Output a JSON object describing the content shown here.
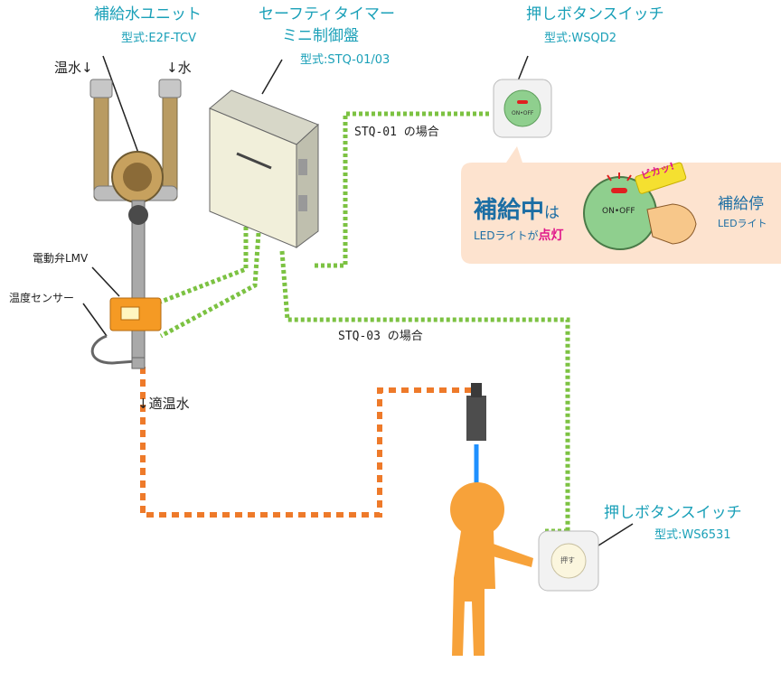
{
  "labels": {
    "supply_unit_title": "補給水ユニット",
    "supply_unit_model": "型式:E2F-TCV",
    "hot_water": "温水↓",
    "water": "↓水",
    "timer_title_1": "セーフティタイマー",
    "timer_title_2": "ミニ制御盤",
    "timer_model": "型式:STQ-01/03",
    "switch1_title": "押しボタンスイッチ",
    "switch1_model": "型式:WSQD2",
    "stq01_case": "STQ-01 の場合",
    "stq03_case": "STQ-03 の場合",
    "valve_label": "電動弁LMV",
    "sensor_label": "温度センサー",
    "warm_water": "↓適温水",
    "switch2_title": "押しボタンスイッチ",
    "switch2_model": "型式:WS6531"
  },
  "callout": {
    "supplying_main": "補給中",
    "supplying_suffix": "は",
    "led_prefix": "LEDライトが",
    "led_on": "点灯",
    "button_label": "ON•OFF",
    "flash_text": "ピカッ!",
    "stopped_main": "補給停",
    "led_prefix_2": "LEDライト"
  },
  "devices": {
    "switch1_button": "ON•OFF",
    "switch2_button": "押す"
  },
  "colors": {
    "teal_text": "#1aa0b8",
    "green_wire": "#7cc242",
    "orange_pipe": "#ee7a2a",
    "callout_bg": "#fde3cf",
    "button_green": "#8fcf8e",
    "led_red": "#e02020",
    "person_orange": "#f7a23a",
    "sensor_beam": "#1e90ff"
  }
}
